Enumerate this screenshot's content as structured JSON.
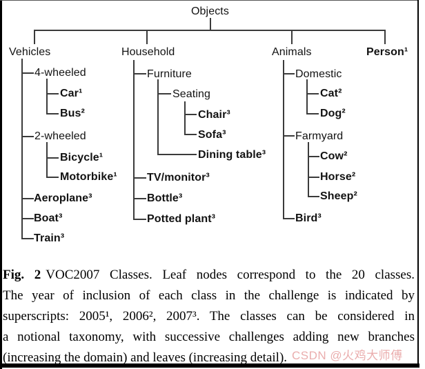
{
  "figure": {
    "tree": {
      "root": {
        "label": "Objects"
      },
      "children": [
        {
          "label": "Vehicles",
          "children": [
            {
              "label": "4-wheeled",
              "children": [
                {
                  "label": "Car¹"
                },
                {
                  "label": "Bus²"
                }
              ]
            },
            {
              "label": "2-wheeled",
              "children": [
                {
                  "label": "Bicycle¹"
                },
                {
                  "label": "Motorbike¹"
                }
              ]
            },
            {
              "label": "Aeroplane³"
            },
            {
              "label": "Boat³"
            },
            {
              "label": "Train³"
            }
          ]
        },
        {
          "label": "Household",
          "children": [
            {
              "label": "Furniture",
              "children": [
                {
                  "label": "Seating",
                  "children": [
                    {
                      "label": "Chair³"
                    },
                    {
                      "label": "Sofa³"
                    }
                  ]
                },
                {
                  "label": "Dining table³"
                }
              ]
            },
            {
              "label": "TV/monitor³"
            },
            {
              "label": "Bottle³"
            },
            {
              "label": "Potted plant³"
            }
          ]
        },
        {
          "label": "Animals",
          "children": [
            {
              "label": "Domestic",
              "children": [
                {
                  "label": "Cat²"
                },
                {
                  "label": "Dog²"
                }
              ]
            },
            {
              "label": "Farmyard",
              "children": [
                {
                  "label": "Cow²"
                },
                {
                  "label": "Horse²"
                },
                {
                  "label": "Sheep²"
                }
              ]
            },
            {
              "label": "Bird³"
            }
          ]
        },
        {
          "label": "Person¹"
        }
      ]
    },
    "caption": {
      "fig_label": "Fig. 2",
      "line1_rest": "VOC2007 Classes. Leaf nodes correspond to the 20 classes.",
      "line2": "The year of inclusion of each class in the challenge is indicated by",
      "line3": "superscripts: 2005¹, 2006², 2007³. The classes can be considered in",
      "line4": "a notional taxonomy, with successive challenges adding new branches",
      "line5": "(increasing the domain) and leaves (increasing detail)."
    }
  },
  "watermark": {
    "text": "CSDN @火鸡大师傅",
    "color": "#e79f9f"
  }
}
